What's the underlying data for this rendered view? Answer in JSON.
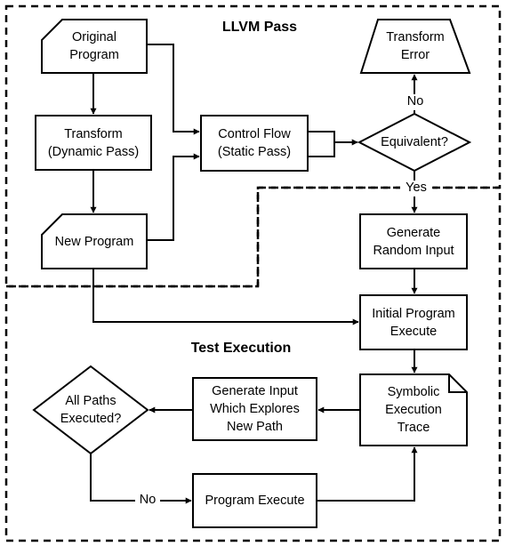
{
  "diagram": {
    "regions": {
      "llvm_pass": "LLVM Pass",
      "test_execution": "Test Execution"
    },
    "nodes": {
      "original_program": "Original\nProgram",
      "transform_dynamic": "Transform\n(Dynamic Pass)",
      "new_program": "New Program",
      "control_flow": "Control Flow\n(Static Pass)",
      "equivalent": "Equivalent?",
      "transform_error": "Transform\nError",
      "generate_random_input": "Generate\nRandom Input",
      "initial_program_execute": "Initial Program\nExecute",
      "symbolic_trace": "Symbolic\nExecution\nTrace",
      "generate_input_new_path": "Generate Input\nWhich Explores\nNew Path",
      "all_paths_executed": "All Paths\nExecuted?",
      "program_execute": "Program Execute"
    },
    "edge_labels": {
      "no_to_error": "No",
      "yes_to_random": "Yes",
      "no_to_execute": "No"
    }
  }
}
